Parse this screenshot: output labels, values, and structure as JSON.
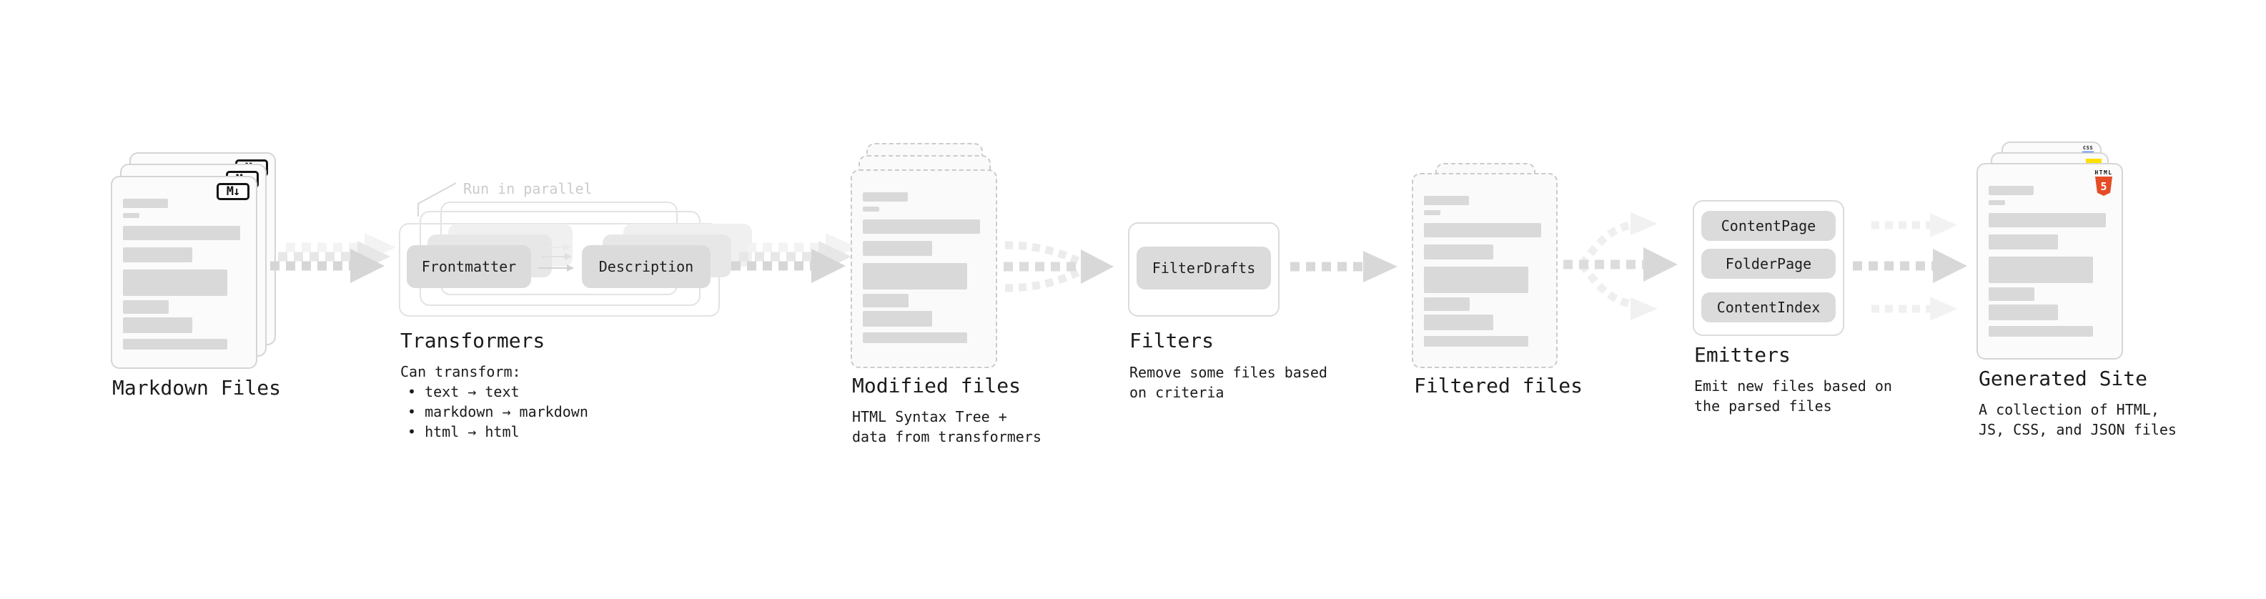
{
  "nodes": {
    "markdown_files": {
      "title": "Markdown Files",
      "badge_label": "M↓"
    },
    "transformers": {
      "title": "Transformers",
      "annotation": "Run in parallel",
      "source_pill": "Frontmatter",
      "target_pill": "Description",
      "description_heading": "Can transform:",
      "bullets": [
        "• text → text",
        "• markdown → markdown",
        "• html → html"
      ]
    },
    "modified_files": {
      "title": "Modified files",
      "description": [
        "HTML Syntax Tree +",
        "data from transformers"
      ]
    },
    "filters": {
      "title": "Filters",
      "pill": "FilterDrafts",
      "description": [
        "Remove some files based",
        "on criteria"
      ]
    },
    "filtered_files": {
      "title": "Filtered files"
    },
    "emitters": {
      "title": "Emitters",
      "pills": [
        "ContentPage",
        "FolderPage",
        "ContentIndex"
      ],
      "description": [
        "Emit new files based on",
        "the parsed files"
      ]
    },
    "generated_site": {
      "title": "Generated Site",
      "description": [
        "A collection of HTML,",
        "JS, CSS, and JSON files"
      ],
      "badges": {
        "html_label": "HTML",
        "html_number": "5",
        "css_label": "CSS"
      }
    }
  },
  "colors": {
    "html5_orange": "#E44D26",
    "js_yellow": "#FFE000",
    "css_blue": "#2965F1",
    "placeholder_bar_gray": "#D9D9D9",
    "arrow_gray": "#D8D8D8",
    "arrow_light_gray": "#EFEFEF",
    "annotation_gray": "#CBCBCB",
    "text_dark": "#1B1B1B"
  },
  "file_card_bars": [
    {
      "w": 63,
      "h": 13,
      "gap": 0
    },
    {
      "w": 23,
      "h": 7,
      "gap": 7
    },
    {
      "w": 164,
      "h": 20,
      "gap": 11
    },
    {
      "w": 97,
      "h": 21,
      "gap": 10
    },
    {
      "w": 146,
      "h": 37,
      "gap": 10
    },
    {
      "w": 64,
      "h": 19,
      "gap": 6
    },
    {
      "w": 97,
      "h": 22,
      "gap": 5
    },
    {
      "w": 146,
      "h": 15,
      "gap": 8
    }
  ]
}
